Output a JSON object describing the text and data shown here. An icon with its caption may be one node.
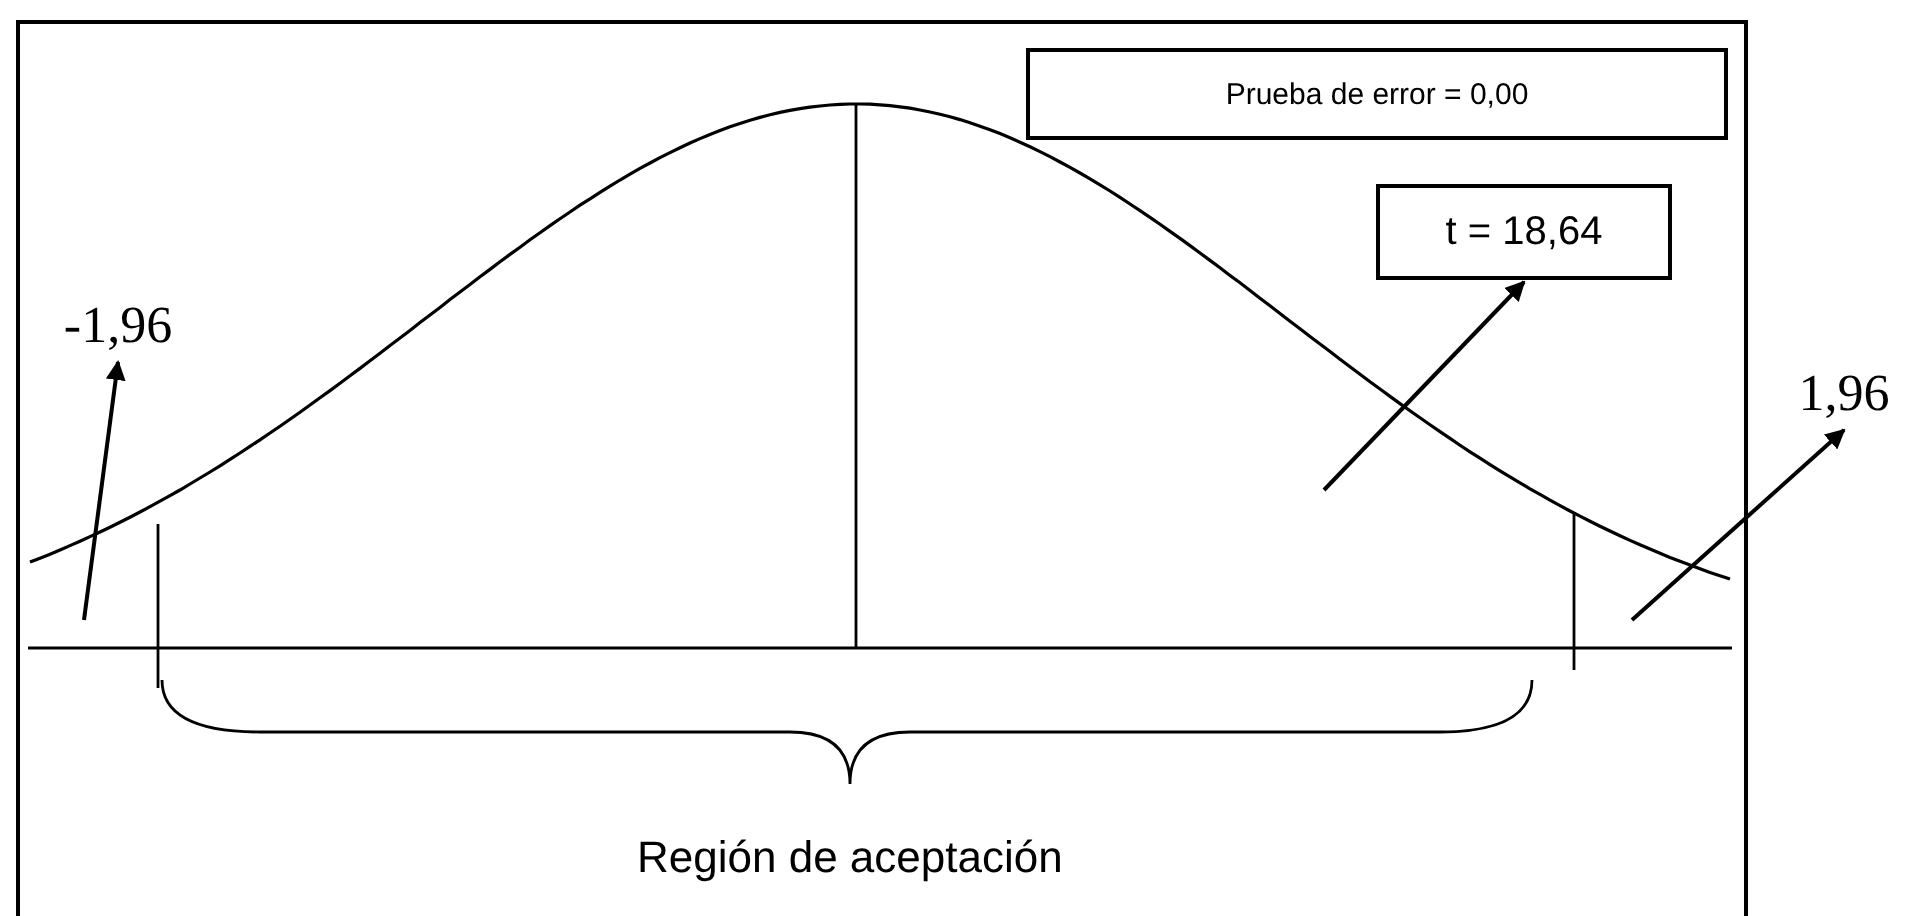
{
  "diagram": {
    "nodes": [
      {
        "text": [
          "Prueba de error = 0,00"
        ]
      },
      {
        "text": [
          "t = 18,64"
        ]
      },
      {
        "text": [
          "-1,96"
        ]
      },
      {
        "text": [
          "1,96"
        ]
      }
    ],
    "edges": [
      {
        "from": null,
        "to": 2,
        "arrow": "to"
      },
      {
        "from": null,
        "to": 1,
        "arrow": "to"
      },
      {
        "from": null,
        "to": 3,
        "arrow": "to"
      }
    ],
    "labels": [
      "Región de aceptación"
    ]
  }
}
